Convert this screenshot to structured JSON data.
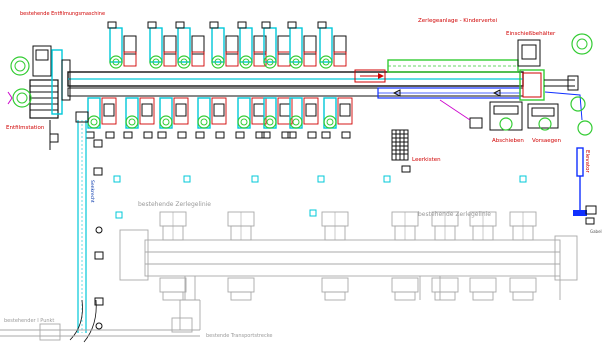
{
  "labels": {
    "existing_unpacking_machine": "bestehende Entfilmungsmaschine",
    "unpacking_station": "Entfilmstation",
    "plate_cutting_system": "Zerlegeanlage - Kindervertei",
    "intermediate_bin": "Einschießbehälter",
    "unstacker": "Abschieben",
    "presaw": "Vorsaegen",
    "empty_baskets": "Leerkisten",
    "elevator": "Elevator",
    "existing_cutting_line_left": "bestehende Zerlegelinie",
    "existing_cutting_line_right": "bestehende Zerlegelinie",
    "existing_i_point": "bestehender I Punkt",
    "existing_transport_line": "bestende Transportstrecke",
    "vertical_conveyor": "Senkrecht",
    "fork_label": "Gabel"
  },
  "colors": {
    "frame": "#111111",
    "cyan": "#00c8d8",
    "green": "#33cc33",
    "red": "#d00000",
    "blue": "#1030ff",
    "gray": "#a8a8a8"
  }
}
